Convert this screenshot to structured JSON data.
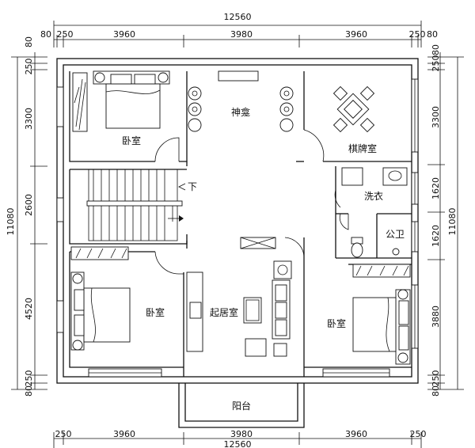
{
  "dimensions": {
    "top_total": "12560",
    "top": [
      "80",
      "250",
      "3960",
      "3980",
      "3960",
      "250",
      "80"
    ],
    "bottom": [
      "250",
      "3960",
      "3980",
      "3960",
      "250"
    ],
    "bottom_total": "12560",
    "left_total": "11080",
    "left": [
      "80",
      "250",
      "3300",
      "2600",
      "4520",
      "250",
      "80"
    ],
    "right_total": "11080",
    "right": [
      "80",
      "250",
      "3300",
      "1620",
      "1620",
      "3880",
      "250",
      "80"
    ]
  },
  "rooms": {
    "bedroom_nw": "卧室",
    "shrine": "神龛",
    "chess_room": "棋牌室",
    "stairs_down": "下",
    "laundry": "洗衣",
    "wc": "公卫",
    "bedroom_sw": "卧室",
    "living": "起居室",
    "bedroom_se": "卧室",
    "balcony": "阳台"
  }
}
